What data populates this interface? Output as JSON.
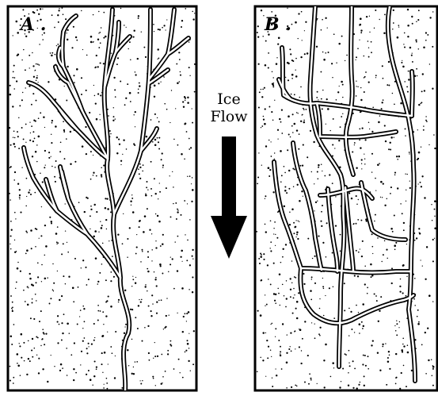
{
  "panels": [
    {
      "id": "A",
      "label": "A ."
    },
    {
      "id": "B",
      "label": "B ."
    }
  ],
  "arrow": {
    "line1": "Ice",
    "line2": "Flow",
    "direction": "down",
    "color": "#000000"
  }
}
